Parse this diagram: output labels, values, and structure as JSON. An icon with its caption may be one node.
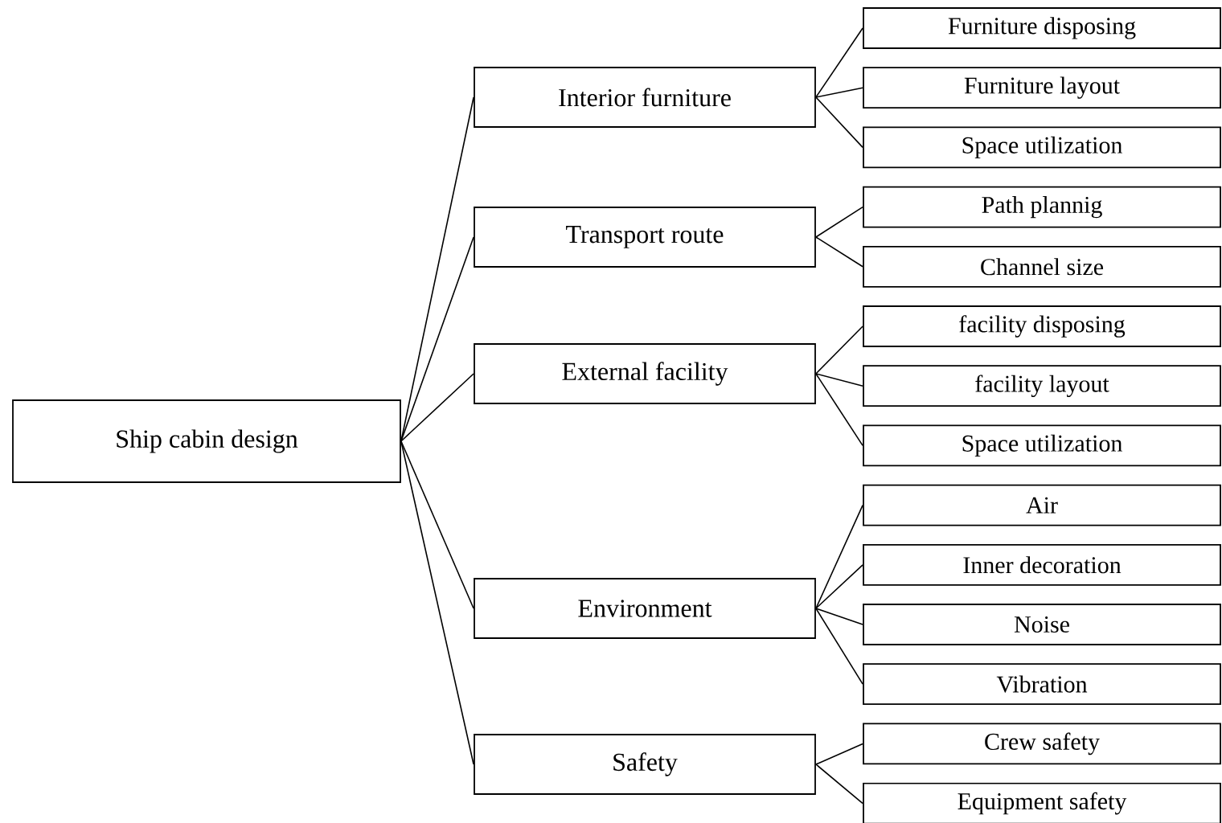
{
  "diagram": {
    "nodes": [
      {
        "text": [
          "Ship  cabin design"
        ]
      },
      {
        "text": [
          "Interior furniture"
        ]
      },
      {
        "text": [
          "Furniture disposing"
        ]
      },
      {
        "text": [
          "Furniture layout"
        ]
      },
      {
        "text": [
          "Space utilization"
        ]
      },
      {
        "text": [
          "Transport route"
        ]
      },
      {
        "text": [
          "Path plannig"
        ]
      },
      {
        "text": [
          "Channel size"
        ]
      },
      {
        "text": [
          "External facility"
        ]
      },
      {
        "text": [
          "facility disposing"
        ]
      },
      {
        "text": [
          "facility layout"
        ]
      },
      {
        "text": [
          "Space utilization"
        ]
      },
      {
        "text": [
          "Environment"
        ]
      },
      {
        "text": [
          "Air"
        ]
      },
      {
        "text": [
          "Inner decoration"
        ]
      },
      {
        "text": [
          "Noise"
        ]
      },
      {
        "text": [
          "Vibration"
        ]
      },
      {
        "text": [
          "Safety"
        ]
      },
      {
        "text": [
          "Crew safety"
        ]
      },
      {
        "text": [
          "Equipment safety"
        ]
      }
    ],
    "edges": [
      {
        "from": 0,
        "to": 1,
        "arrow": "none"
      },
      {
        "from": 0,
        "to": 5,
        "arrow": "none"
      },
      {
        "from": 0,
        "to": 8,
        "arrow": "none"
      },
      {
        "from": 0,
        "to": 12,
        "arrow": "none"
      },
      {
        "from": 0,
        "to": 17,
        "arrow": "none"
      },
      {
        "from": 1,
        "to": 2,
        "arrow": "none"
      },
      {
        "from": 1,
        "to": 3,
        "arrow": "none"
      },
      {
        "from": 1,
        "to": 4,
        "arrow": "none"
      },
      {
        "from": 5,
        "to": 6,
        "arrow": "none"
      },
      {
        "from": 5,
        "to": 7,
        "arrow": "none"
      },
      {
        "from": 8,
        "to": 9,
        "arrow": "none"
      },
      {
        "from": 8,
        "to": 10,
        "arrow": "none"
      },
      {
        "from": 8,
        "to": 11,
        "arrow": "none"
      },
      {
        "from": 12,
        "to": 13,
        "arrow": "none"
      },
      {
        "from": 12,
        "to": 14,
        "arrow": "none"
      },
      {
        "from": 12,
        "to": 15,
        "arrow": "none"
      },
      {
        "from": 12,
        "to": 16,
        "arrow": "none"
      },
      {
        "from": 17,
        "to": 18,
        "arrow": "none"
      },
      {
        "from": 17,
        "to": 19,
        "arrow": "none"
      }
    ]
  }
}
